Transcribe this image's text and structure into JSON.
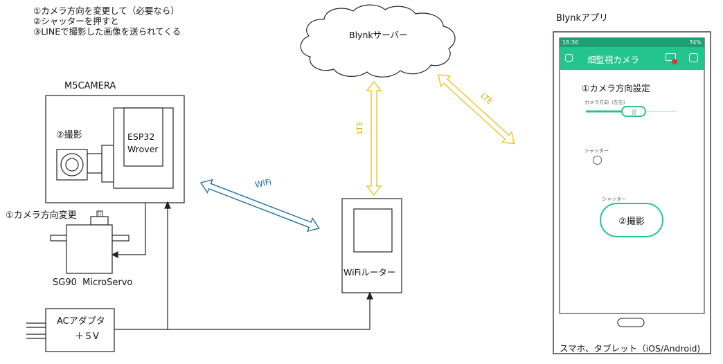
{
  "notes": {
    "line1": "①カメラ方向を変更して（必要なら）",
    "line2": "②シャッターを押すと",
    "line3": "③LINEで撮影した画像を送られてくる"
  },
  "camera": {
    "title": "M5CAMERA",
    "chip": "ESP32\nWrover",
    "shoot_label": "②撮影"
  },
  "servo": {
    "direction_label": "①カメラ方向変更",
    "name": "SG90  MicroServo"
  },
  "adapter": {
    "line1": "ACアダプタ",
    "line2": "＋５V"
  },
  "cloud": {
    "label": "Blynkサーバー"
  },
  "router": {
    "label": "WiFiルーター"
  },
  "links": {
    "wifi": "WiFi",
    "lte_vertical": "LTE",
    "lte_diag": "LTE"
  },
  "phone": {
    "app_label": "Blynkアプリ",
    "caption": "スマホ、タブレット（iOS/Android)",
    "status_time": "16:36",
    "status_battery": "74%",
    "app_title": "畑監視カメラ",
    "section_title": "①カメラ方向設定",
    "slider_label": "カメラ方向（左右）",
    "slider_value": "",
    "shutter_small_label": "シャッター",
    "shutter_button_small": "シャッター",
    "shutter_button": "②撮影"
  },
  "colors": {
    "wifi_arrow": "#1a6fa8",
    "lte_arrow": "#f0c020",
    "blynk_green": "#23c48e"
  }
}
